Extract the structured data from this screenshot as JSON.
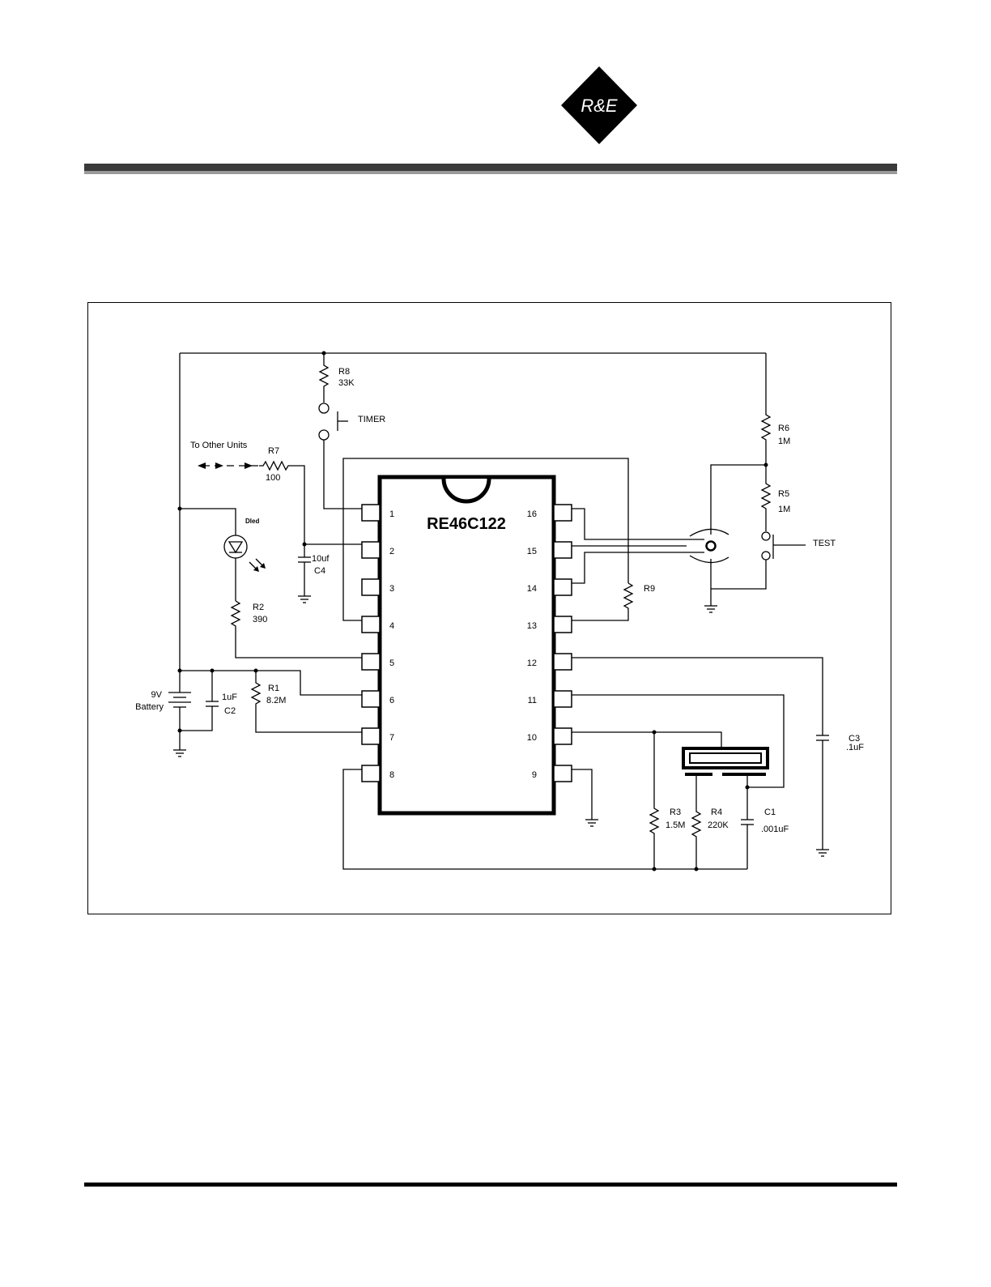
{
  "logo": {
    "text": "R&E",
    "color": "#000000"
  },
  "header_rule": {
    "color": "#3a3a3a"
  },
  "schematic": {
    "ic": {
      "part_number": "RE46C122",
      "left_pins": [
        "1",
        "2",
        "3",
        "4",
        "5",
        "6",
        "7",
        "8"
      ],
      "right_pins": [
        "16",
        "15",
        "14",
        "13",
        "12",
        "11",
        "10",
        "9"
      ]
    },
    "labels": {
      "r8_name": "R8",
      "r8_value": "33K",
      "timer": "TIMER",
      "to_other_units": "To Other Units",
      "r7_name": "R7",
      "r7_value": "100",
      "dled": "Dled",
      "c4_value": "10uf",
      "c4_name": "C4",
      "r2_name": "R2",
      "r2_value": "390",
      "battery_voltage": "9V",
      "battery_label": "Battery",
      "c2_value": "1uF",
      "c2_name": "C2",
      "r1_name": "R1",
      "r1_value": "8.2M",
      "r6_name": "R6",
      "r6_value": "1M",
      "r5_name": "R5",
      "r5_value": "1M",
      "test": "TEST",
      "r9_name": "R9",
      "c3_name": "C3",
      "c3_value": ".1uF",
      "r3_name": "R3",
      "r3_value": "1.5M",
      "r4_name": "R4",
      "r4_value": "220K",
      "c1_name": "C1",
      "c1_value": ".001uF"
    }
  }
}
